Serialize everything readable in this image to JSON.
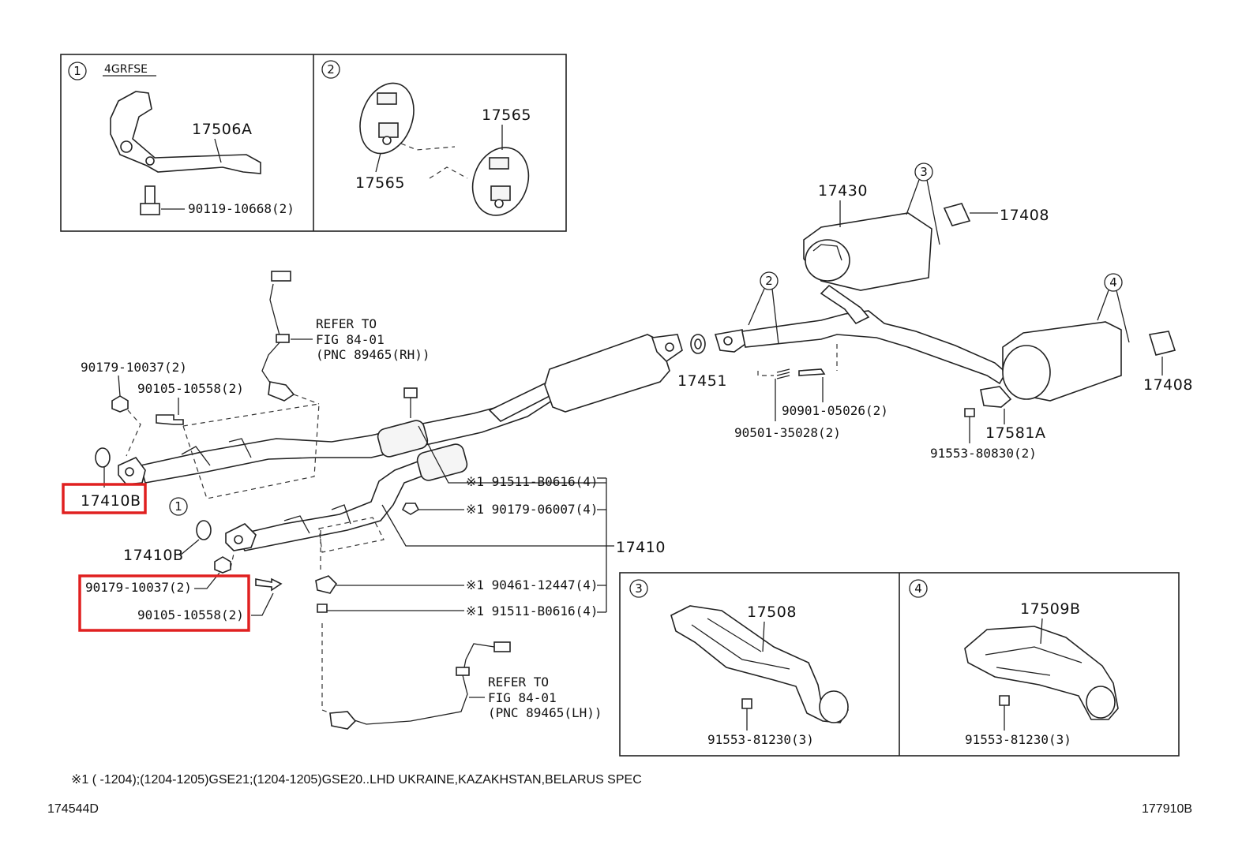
{
  "callouts": {
    "c1": "1",
    "c2": "2",
    "c3": "3",
    "c4": "4"
  },
  "inset1": {
    "engine": "4GRFSE",
    "bracket": "17506A",
    "bolt": "90119-10668(2)"
  },
  "inset2": {
    "hanger_a": "17565",
    "hanger_b": "17565"
  },
  "inset3": {
    "bracket": "17508",
    "bolt": "91553-81230(3)"
  },
  "inset4": {
    "bracket": "17509B",
    "bolt": "91553-81230(3)"
  },
  "main": {
    "upper_nut": "90179-10037(2)",
    "upper_bolt": "90105-10558(2)",
    "upper_gasket": "17410B",
    "lower_gasket": "17410B",
    "lower_nut": "90179-10037(2)",
    "lower_bolt": "90105-10558(2)",
    "sensor_rh_refer_1": "REFER TO",
    "sensor_rh_refer_2": "FIG 84-01",
    "sensor_rh_refer_3": "(PNC 89465(RH))",
    "sensor_lh_refer_1": "REFER TO",
    "sensor_lh_refer_2": "FIG 84-01",
    "sensor_lh_refer_3": "(PNC 89465(LH))",
    "ref_1": "※1 91511-B0616(4)",
    "ref_2": "※1 90179-06007(4)",
    "ref_3": "※1 90461-12447(4)",
    "ref_4": "※1 91511-B0616(4)",
    "front_pipe": "17410",
    "gasket_mid": "17451",
    "muffler": "17430",
    "tip_upper": "17408",
    "tip_lower": "17408",
    "spring": "90501-35028(2)",
    "bolt_mid": "90901-05026(2)",
    "valve": "17581A",
    "valve_bolt": "91553-80830(2)"
  },
  "footnote": "※1 (       -1204);(1204-1205)GSE21;(1204-1205)GSE20..LHD UKRAINE,KAZAKHSTAN,BELARUS SPEC",
  "code_left": "174544D",
  "code_right": "177910B",
  "highlight_color": "#e02020"
}
